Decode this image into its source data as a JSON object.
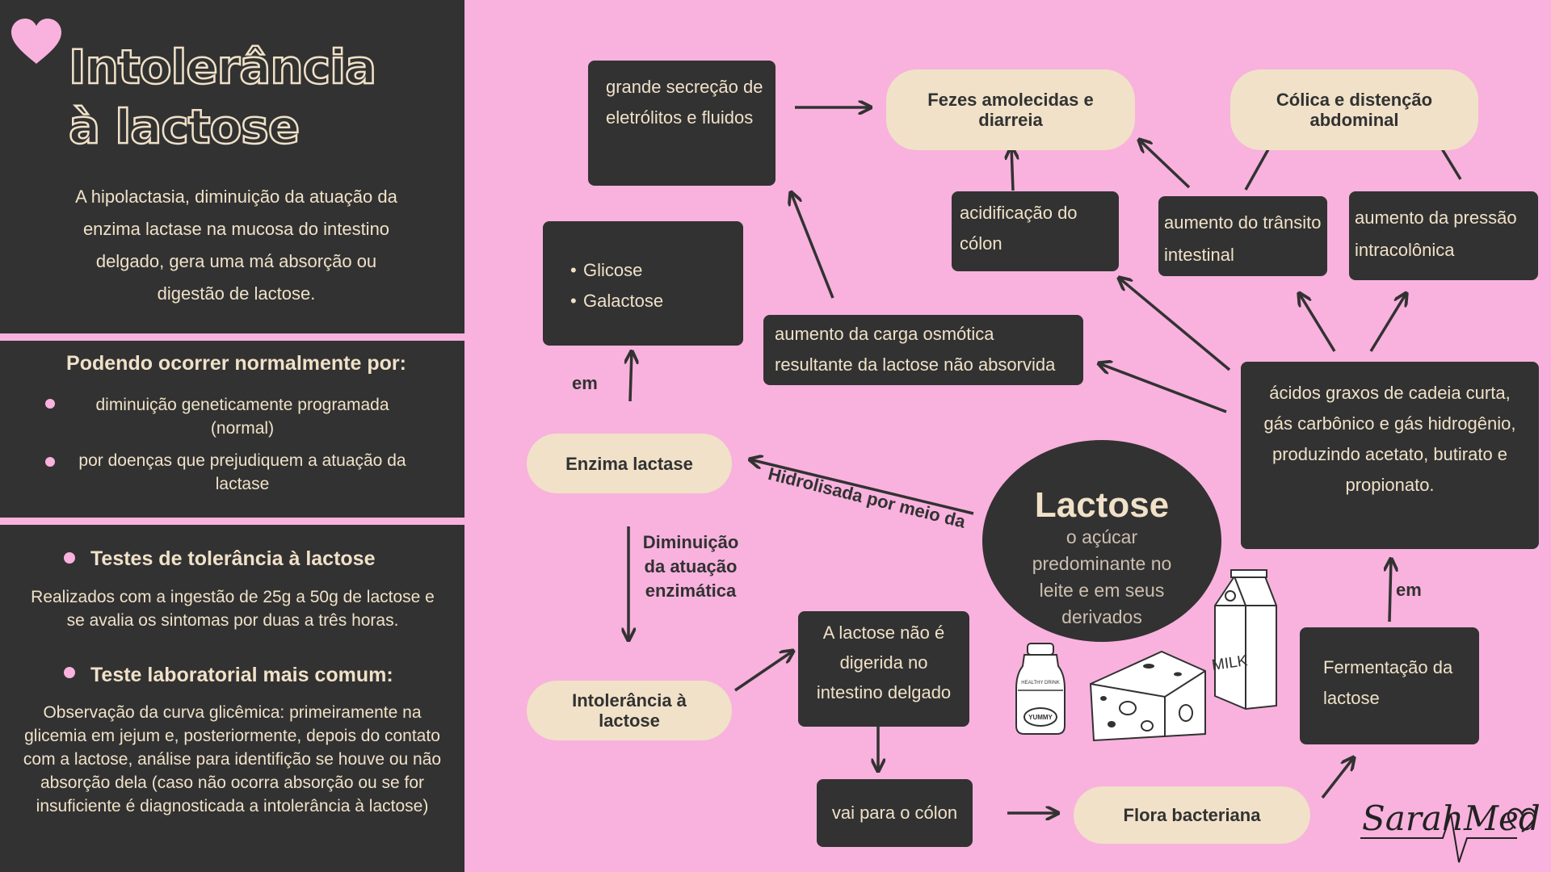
{
  "sidebar": {
    "title_line1": "Intolerância",
    "title_line2": "à lactose",
    "intro": "A hipolactasia, diminuição da atuação da enzima lactase na mucosa do intestino delgado, gera uma má absorção ou digestão de lactose.",
    "causes_heading": "Podendo ocorrer normalmente por:",
    "causes": [
      "diminuição geneticamente programada (normal)",
      "por doenças que prejudiquem a atuação da lactase"
    ],
    "test1_heading": "Testes de tolerância à lactose",
    "test1_text": "Realizados com a ingestão de 25g a 50g de lactose e se avalia os sintomas por duas a três horas.",
    "test2_heading": "Teste laboratorial mais comum:",
    "test2_text": "Observação da curva glicêmica: primeiramente na glicemia em jejum e, posteriormente, depois do contato com a lactose, análise para identifição se houve ou não absorção dela (caso não ocorra absorção ou se for insuficiente é diagnosticada a intolerância à lactose)"
  },
  "diagram": {
    "lactose_title": "Lactose",
    "lactose_subtitle": "o açúcar predominante no leite e em seus derivados",
    "nodes": {
      "secrecao": "grande secreção de eletrólitos e fluidos",
      "fezes": "Fezes amolecidas e diarreia",
      "colica": "Cólica e distenção abdominal",
      "glicose": "Glicose",
      "galactose": "Galactose",
      "acidificacao": "acidificação do cólon",
      "transito": "aumento do trânsito intestinal",
      "pressao": "aumento da pressão intracolônica",
      "carga": "aumento da carga osmótica resultante da lactose não absorvida",
      "acidos": "ácidos graxos de cadeia curta, gás carbônico e gás hidrogênio, produzindo acetato, butirato e propionato.",
      "enzima": "Enzima lactase",
      "intolerancia": "Intolerância à lactose",
      "nao_digerida": "A lactose não é digerida no intestino delgado",
      "colon": "vai para o cólon",
      "flora": "Flora bacteriana",
      "fermentacao": "Fermentação da lactose"
    },
    "labels": {
      "em_left": "em",
      "em_right": "em",
      "hidrolisada": "Hidrolisada por meio da",
      "diminuicao": "Diminuição da atuação enzimática"
    },
    "illustrations": {
      "bottle_label": "HEALTHY DRINK",
      "bottle_brand": "YUMMY",
      "carton_text": "MILK"
    },
    "signature": "SarahMed"
  },
  "colors": {
    "pink": "#f8b2dd",
    "dark": "#323232",
    "cream": "#f0e1c8"
  }
}
